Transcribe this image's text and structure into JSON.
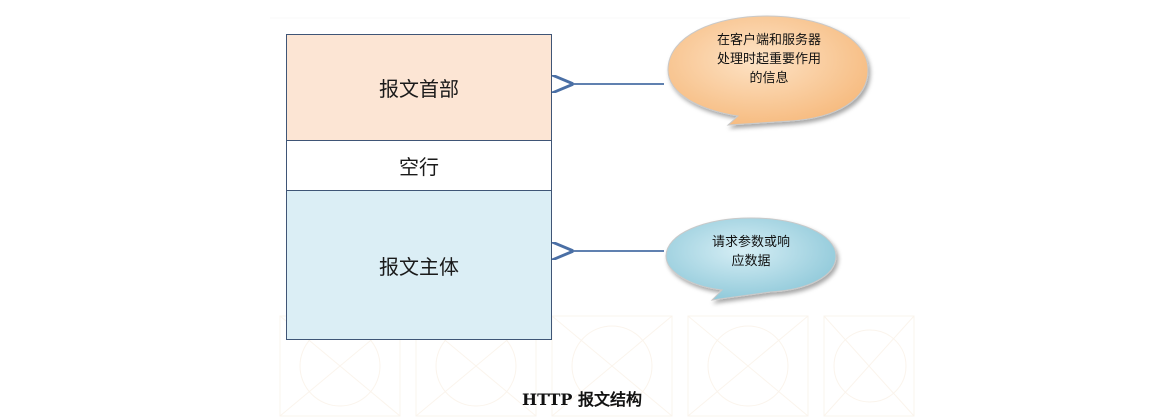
{
  "diagram": {
    "segments": {
      "header": "报文首部",
      "blank_line": "空行",
      "body": "报文主体"
    },
    "callouts": {
      "header_note": [
        "在客户端和服务器",
        "处理时起重要作用",
        "的信息"
      ],
      "body_note": [
        "请求参数或响",
        "应数据"
      ]
    },
    "caption": "HTTP 报文结构"
  },
  "colors": {
    "header_fill": "#fce5d4",
    "body_fill": "#dbeef5",
    "border": "#3f5576",
    "arrow": "#4a6fa5",
    "bubble_orange": "#f9c48e",
    "bubble_blue": "#9ccfdd"
  }
}
